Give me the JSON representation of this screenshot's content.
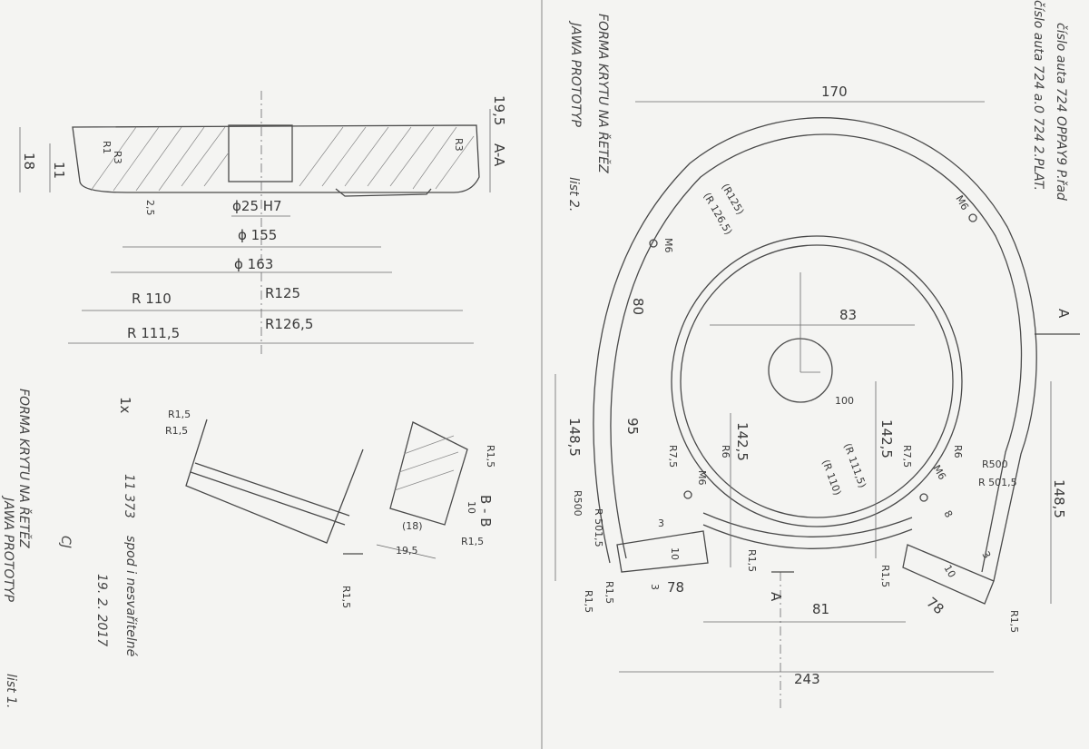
{
  "left_sheet": {
    "section_label": "A-A",
    "dims": {
      "d_19_5": "19,5",
      "d_18": "18",
      "d_11": "11",
      "r1": "R1",
      "r3_small": "R3",
      "r3": "R3",
      "d_2_5": "2,5",
      "bore": "ϕ25 H7",
      "d155": "ϕ 155",
      "d163": "ϕ 163",
      "r110": "R 110",
      "r125": "R125",
      "r111": "R 111,5",
      "r126": "R126,5"
    },
    "detail_left": {
      "r15a": "R1,5",
      "r15b": "R1,5",
      "qty": "1x",
      "r15c": "R1,5"
    },
    "detail_bb": {
      "label": "B - B",
      "r15a": "R1,5",
      "r15b": "R1,5",
      "d10": "10",
      "d18": "(18)",
      "d195": "19,5"
    },
    "notes": {
      "title1": "FORMA KRYTU NA ŘETĚZ",
      "title2": "JAWA PROTOTYP",
      "material": "11 373",
      "finish": "spod i nesvařitelné",
      "date": "19. 2. 2017",
      "sign": "CJ",
      "sheet": "list 1."
    }
  },
  "right_sheet": {
    "header1": "číslo auta 724 OPPAY9 P.řad",
    "header2": "číslo auta 724 a.0 724 2.PLAT.",
    "title1": "FORMA KRYTU NA ŘETĚZ",
    "title2": "JAWA PROTOTYP",
    "sheet": "list 2.",
    "arrow_a_top": "A",
    "arrow_a_bottom": "A",
    "dims": {
      "d170": "170",
      "r125": "(R125)",
      "r126": "(R 126,5)",
      "m6a": "M6",
      "m6b": "M6",
      "m6c": "M6",
      "m6d": "M6",
      "d80": "80",
      "d83": "83",
      "d100": "100",
      "d95": "95",
      "d148l": "148,5",
      "d142a": "142,5",
      "d142b": "142,5",
      "r111": "(R 111,5)",
      "r110": "(R 110)",
      "r500": "R500",
      "r501": "R 501,5",
      "d148r": "148,5",
      "r75a": "R7,5",
      "r75b": "R7,5",
      "r6a": "R6",
      "r6b": "R6",
      "r500l": "R500",
      "r501l": "R 501,5",
      "d3a": "3",
      "d10a": "10",
      "d3b": "3",
      "d78a": "78",
      "r15a": "R1,5",
      "r15b": "R1,5",
      "r15c": "R1,5",
      "d81": "81",
      "d243": "243",
      "d3c": "3",
      "d10b": "10",
      "d78b": "78",
      "r15d": "R1,5",
      "r15e": "R1,5",
      "d8": "8"
    }
  }
}
